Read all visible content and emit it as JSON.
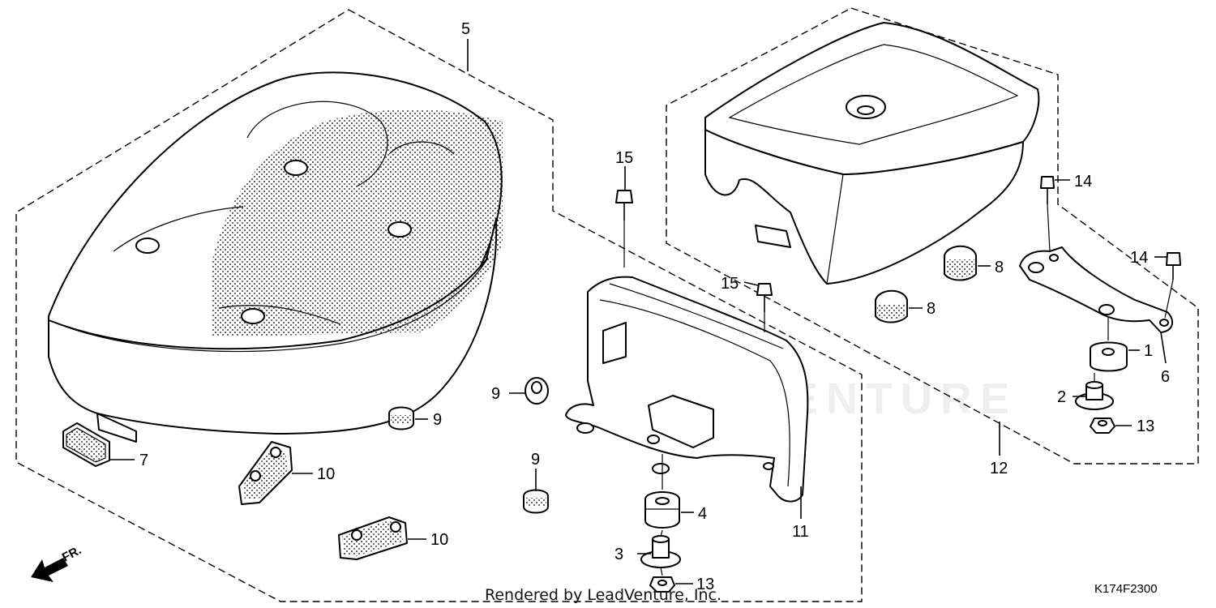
{
  "diagram": {
    "watermark": "LEADVENTURE",
    "diagram_code": "K174F2300",
    "credit": "Rendered by LeadVenture, Inc.",
    "direction_label": "FR.",
    "callouts": {
      "c1": "1",
      "c2": "2",
      "c3": "3",
      "c4": "4",
      "c5": "5",
      "c6": "6",
      "c7": "7",
      "c8a": "8",
      "c8b": "8",
      "c9a": "9",
      "c9b": "9",
      "c9c": "9",
      "c10a": "10",
      "c10b": "10",
      "c11": "11",
      "c12": "12",
      "c13a": "13",
      "c13b": "13",
      "c14a": "14",
      "c14b": "14",
      "c15a": "15",
      "c15b": "15"
    }
  }
}
